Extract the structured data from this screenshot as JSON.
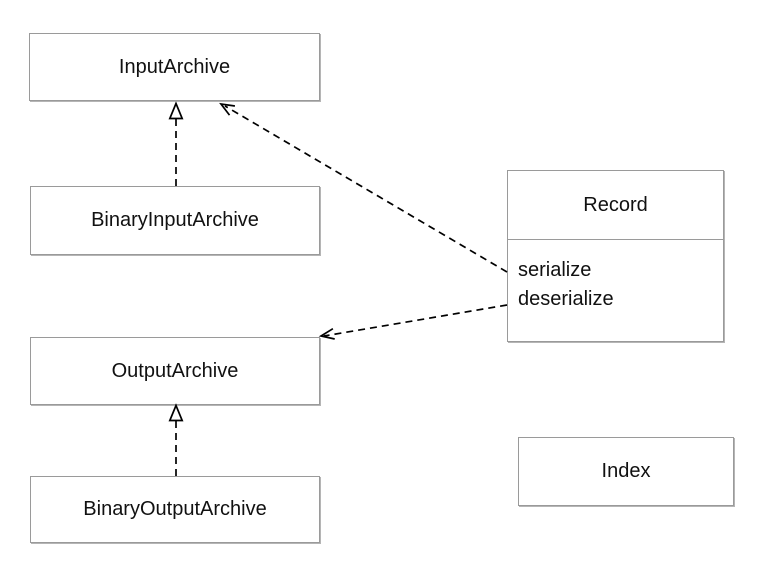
{
  "diagram": {
    "nodes": {
      "input_archive": {
        "label": "InputArchive"
      },
      "binary_input_archive": {
        "label": "BinaryInputArchive"
      },
      "output_archive": {
        "label": "OutputArchive"
      },
      "binary_output_archive": {
        "label": "BinaryOutputArchive"
      },
      "record": {
        "title": "Record",
        "methods": [
          "serialize",
          "deserialize"
        ]
      },
      "index": {
        "label": "Index"
      }
    },
    "edges": [
      {
        "from": "BinaryInputArchive",
        "to": "InputArchive",
        "style": "dashed-hollow-triangle"
      },
      {
        "from": "BinaryOutputArchive",
        "to": "OutputArchive",
        "style": "dashed-hollow-triangle"
      },
      {
        "from": "Record",
        "to": "InputArchive",
        "style": "dashed-open-arrow"
      },
      {
        "from": "Record",
        "to": "OutputArchive",
        "style": "dashed-open-arrow"
      }
    ],
    "colors": {
      "background": "#ffffff",
      "box_fill": "#ffffff",
      "box_border": "#9a9a9a",
      "line": "#000000",
      "text": "#111111"
    }
  }
}
